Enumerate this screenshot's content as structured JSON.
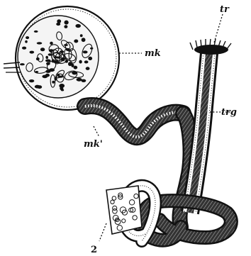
{
  "figure": {
    "labels": {
      "mk": "mk",
      "mk_prime": "mk'",
      "tr": "tr",
      "trg": "trg",
      "two": "2"
    }
  },
  "colors": {
    "ink": "#111111",
    "paper": "#ffffff",
    "hatch": "#2a2a2a"
  }
}
